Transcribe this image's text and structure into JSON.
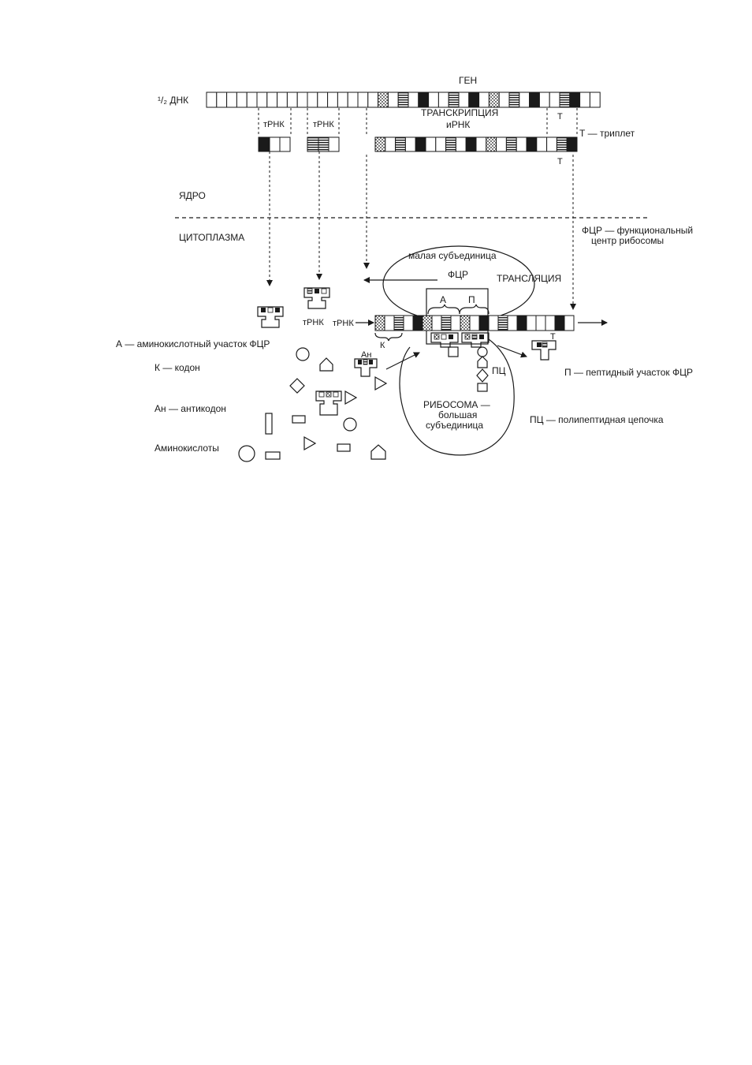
{
  "labels": {
    "dna": "¹/₂ ДНК",
    "gene": "ГЕН",
    "transcription": "ТРАНСКРИПЦИЯ",
    "mrna": "иРНК",
    "trna_top_1": "тРНК",
    "trna_top_2": "тРНК",
    "t_mark_1": "Т",
    "t_mark_2": "Т",
    "t_mark_3": "Т",
    "triplet": "Т — триплет",
    "nucleus": "ЯДРО",
    "cytoplasm": "ЦИТОПЛАЗМА",
    "fcr_legend_1": "ФЦР — функциональный",
    "fcr_legend_2": "центр рибосомы",
    "small_subunit": "малая субъединица",
    "fcr": "ФЦР",
    "translation": "ТРАНСЛЯЦИЯ",
    "site_a": "А",
    "site_p": "П",
    "trna_mid": "тРНК",
    "codon_k": "К",
    "anticodon_ah": "Ан",
    "pc": "ПЦ",
    "ribosome_1": "РИБОСОМА —",
    "ribosome_2": "большая",
    "ribosome_3": "субъединица",
    "legend_a": "А — аминокислотный участок ФЦР",
    "legend_k": "К — кодон",
    "legend_ah": "Ан — антикодон",
    "legend_aa": "Аминокислоты",
    "legend_p": "П — пептидный участок ФЦР",
    "legend_pc": "ПЦ — полипептидная цепочка"
  },
  "dna_strand": {
    "segments": [
      "white",
      "white",
      "white",
      "white",
      "white",
      "white",
      "white",
      "white",
      "white",
      "white",
      "white",
      "white",
      "white",
      "white",
      "white",
      "white",
      "white",
      "white",
      "white",
      "white",
      "white",
      "white",
      "white",
      "white",
      "white",
      "white",
      "white",
      "white",
      "white",
      "white",
      "white",
      "white",
      "white",
      "white",
      "white",
      "white",
      "white",
      "white",
      "white",
      "white",
      "white",
      "white",
      "white",
      "hatch",
      "stripes",
      "white",
      "black",
      "white",
      "white",
      "white",
      "white",
      "stripes",
      "black",
      "white",
      "hatch",
      "white",
      "white",
      "white",
      "white",
      "white",
      "white",
      "white",
      "white",
      "white",
      "white",
      "white",
      "white",
      "white",
      "white",
      "white",
      "black",
      "white",
      "white",
      "white",
      "white",
      "white",
      "white",
      "white",
      "white",
      "white",
      "white",
      "white",
      "white",
      "white",
      "white",
      "white",
      "white",
      "white",
      "white",
      "white",
      "white",
      "white",
      "white",
      "white",
      "white",
      "white",
      "white",
      "white",
      "white",
      "white",
      "white",
      "white",
      "white",
      "white",
      "white",
      "white",
      "white",
      "white",
      "white",
      "white",
      "white",
      "white",
      "white",
      "white",
      "white",
      "white",
      "white",
      "white",
      "white",
      "white",
      "white",
      "white",
      "white",
      "white",
      "white",
      "white",
      "white",
      "white",
      "white",
      "white",
      "white",
      "white",
      "white",
      "white",
      "white",
      "white",
      "white",
      "white",
      "white",
      "white",
      "white",
      "white",
      "white",
      "white",
      "white",
      "white",
      "white",
      "white",
      "white",
      "white",
      "white",
      "white",
      "white",
      "white",
      "white",
      "white",
      "white",
      "white",
      "white",
      "white",
      "white",
      "white",
      "white",
      "white",
      "white"
    ]
  },
  "mrna_strand": {
    "segments": [
      "hatch",
      "white",
      "stripes",
      "white",
      "black",
      "white",
      "white",
      "stripes",
      "white",
      "black",
      "white",
      "hatch",
      "white",
      "stripes",
      "white",
      "black",
      "white",
      "white",
      "stripes",
      "black",
      "white",
      "white",
      "black",
      "white",
      "white",
      "white",
      "white",
      "white",
      "white",
      "white"
    ]
  },
  "ribosome_strand": {
    "segments": [
      "hatch",
      "white",
      "stripes",
      "white",
      "black",
      "hatch",
      "white",
      "stripes",
      "white",
      "hatch",
      "white",
      "black",
      "white",
      "stripes",
      "white",
      "black",
      "white",
      "white",
      "white",
      "black",
      "white",
      "white"
    ]
  }
}
